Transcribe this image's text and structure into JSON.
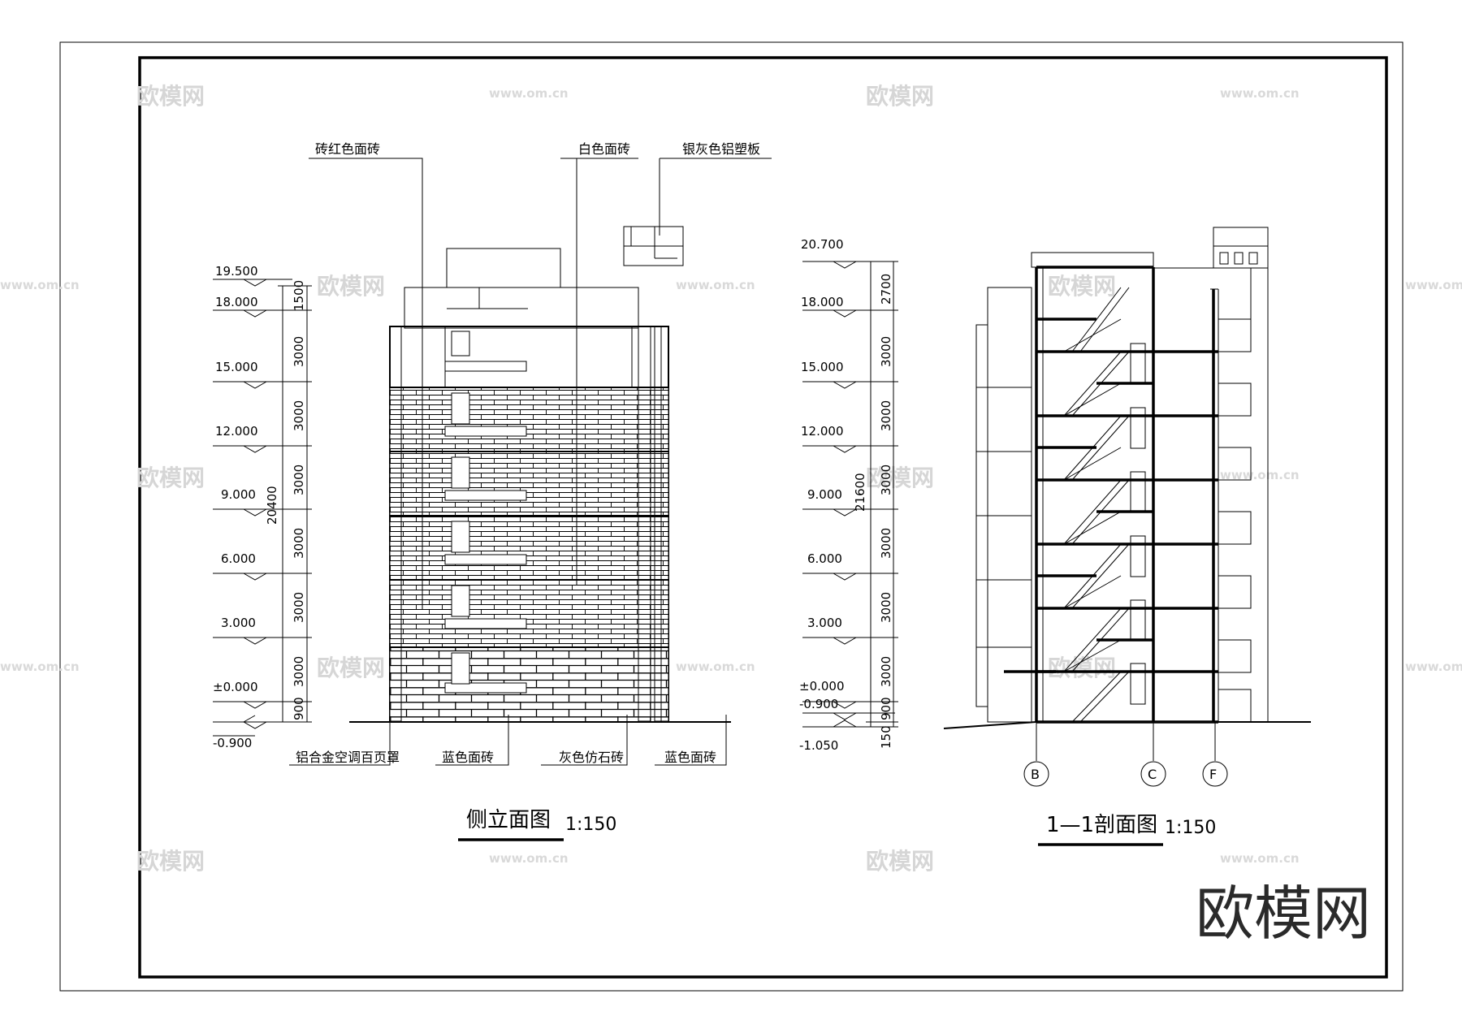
{
  "left_view": {
    "title": "侧立面图",
    "scale": "1:150",
    "levels": [
      "19.500",
      "18.000",
      "15.000",
      "12.000",
      "9.000",
      "6.000",
      "3.000",
      "±0.000",
      "-0.900"
    ],
    "dims": [
      "1500",
      "3000",
      "3000",
      "3000",
      "3000",
      "3000",
      "3000",
      "900"
    ],
    "total_dim": "20400",
    "top_labels": [
      "砖红色面砖",
      "白色面砖",
      "银灰色铝塑板"
    ],
    "bottom_labels": [
      "铝合金空调百页罩",
      "蓝色面砖",
      "灰色仿石砖",
      "蓝色面砖"
    ]
  },
  "right_view": {
    "title": "1—1剖面图",
    "scale": "1:150",
    "levels": [
      "20.700",
      "18.000",
      "15.000",
      "12.000",
      "9.000",
      "6.000",
      "3.000",
      "±0.000",
      "-0.900",
      "-1.050"
    ],
    "dims": [
      "2700",
      "3000",
      "3000",
      "3000",
      "3000",
      "3000",
      "3000",
      "900",
      "150"
    ],
    "total_dim": "21600",
    "axes": [
      "B",
      "C",
      "F"
    ]
  },
  "watermark": {
    "brand": "欧模网",
    "url": "www.om.cn"
  }
}
